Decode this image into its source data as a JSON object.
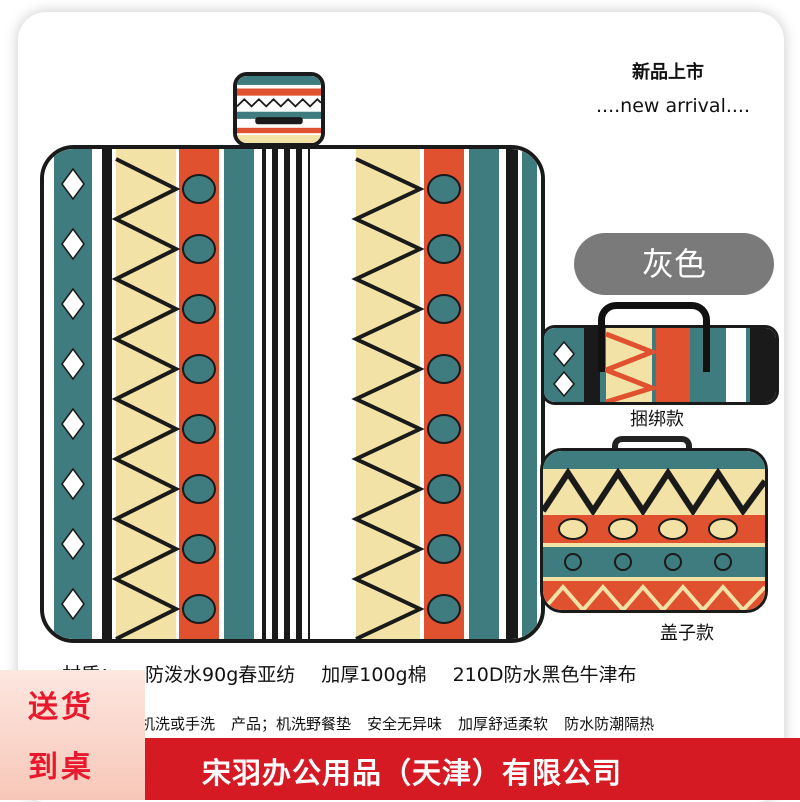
{
  "header": {
    "headline": "新品上市",
    "subline": "....new arrival...."
  },
  "color_pill": {
    "label": "灰色",
    "bg": "#7a7a7a"
  },
  "variants": [
    {
      "caption": "捆绑款"
    },
    {
      "caption": "盖子款"
    }
  ],
  "specs_line1": [
    "材质：",
    "防泼水90g春亚纺",
    "加厚100g棉",
    "210D防水黑色牛津布"
  ],
  "specs_line2": [
    "机洗或手洗",
    "产品；机洗野餐垫",
    "安全无异味",
    "加厚舒适柔软",
    "防水防潮隔热"
  ],
  "badge": {
    "line1": "送货",
    "line2": "到桌",
    "color": "#e8192c"
  },
  "banner": {
    "company": "宋羽办公用品（天津）有限公司",
    "bg": "#d61a23"
  },
  "pattern_colors": {
    "teal": "#3f7c7f",
    "orange": "#e0522f",
    "cream": "#f3e2a6",
    "black": "#1a1a1a",
    "white": "#ffffff"
  }
}
